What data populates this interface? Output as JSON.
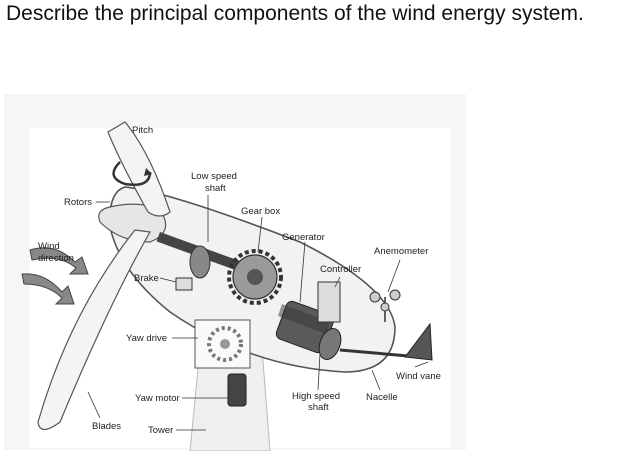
{
  "question": "Describe the principal components of the wind energy system.",
  "diagram": {
    "labels": {
      "pitch": "Pitch",
      "low_speed_shaft_1": "Low speed",
      "low_speed_shaft_2": "shaft",
      "gear_box": "Gear box",
      "rotors": "Rotors",
      "generator": "Generator",
      "anemometer": "Anemometer",
      "wind_direction_1": "Wind",
      "wind_direction_2": "direction",
      "controller": "Controller",
      "brake": "Brake",
      "yaw_drive": "Yaw drive",
      "wind_vane": "Wind vane",
      "high_speed_shaft_1": "High speed",
      "high_speed_shaft_2": "shaft",
      "nacelle": "Nacelle",
      "yaw_motor": "Yaw motor",
      "blades": "Blades",
      "tower": "Tower"
    }
  }
}
